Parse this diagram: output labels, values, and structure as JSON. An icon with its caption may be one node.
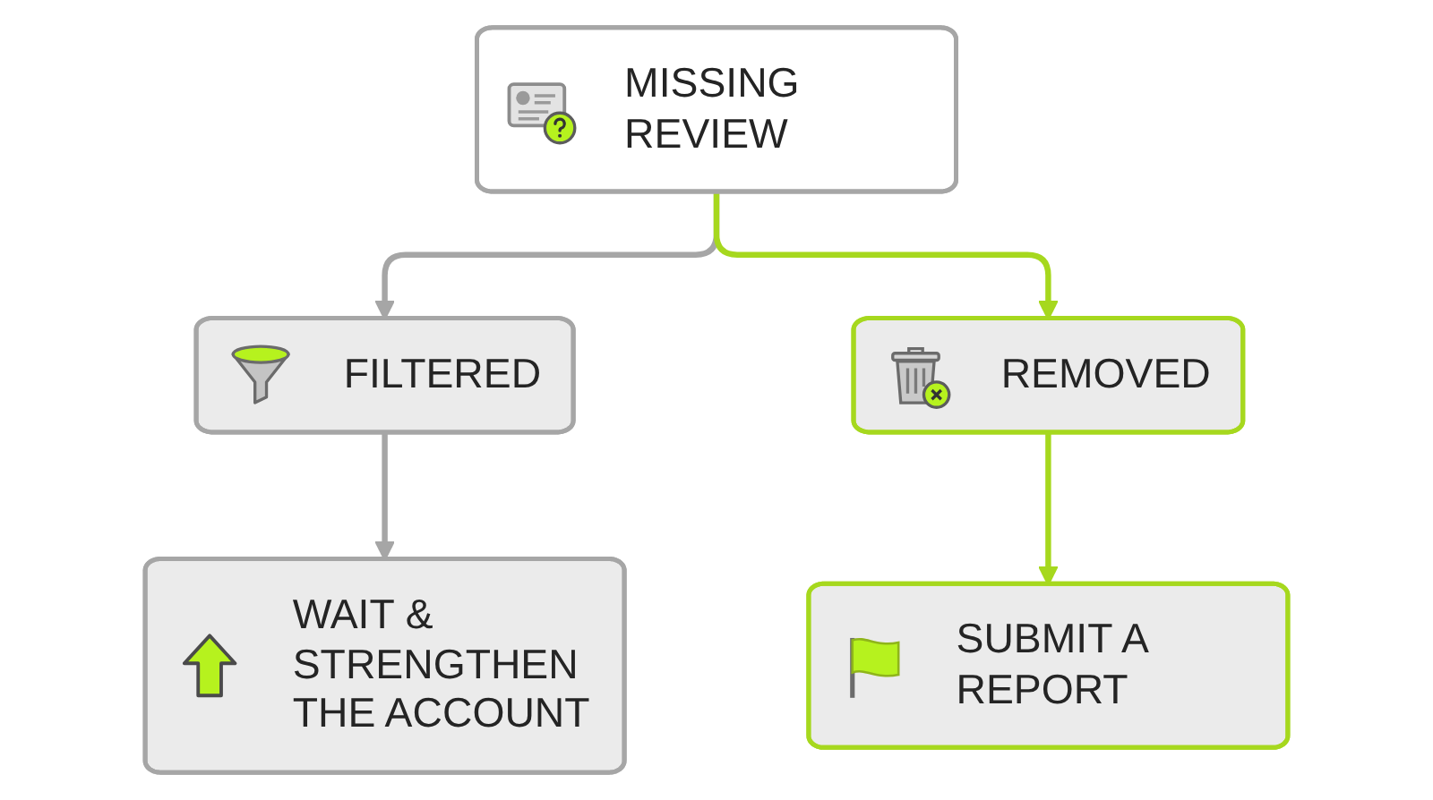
{
  "diagram": {
    "nodes": [
      {
        "text": [
          "MISSING REVIEW"
        ]
      },
      {
        "text": [
          "FILTERED"
        ]
      },
      {
        "text": [
          "REMOVED"
        ]
      },
      {
        "text": [
          "WAIT & STRENGTHEN THE ACCOUNT"
        ]
      },
      {
        "text": [
          "SUBMIT A REPORT"
        ]
      }
    ],
    "edges": [
      {
        "from": 0,
        "to": 1,
        "arrow": "to"
      },
      {
        "from": 0,
        "to": 2,
        "arrow": "to",
        "color": "#a6d81e"
      },
      {
        "from": 1,
        "to": 3,
        "arrow": "to"
      },
      {
        "from": 2,
        "to": 4,
        "arrow": "to",
        "color": "#a6d81e"
      }
    ]
  }
}
